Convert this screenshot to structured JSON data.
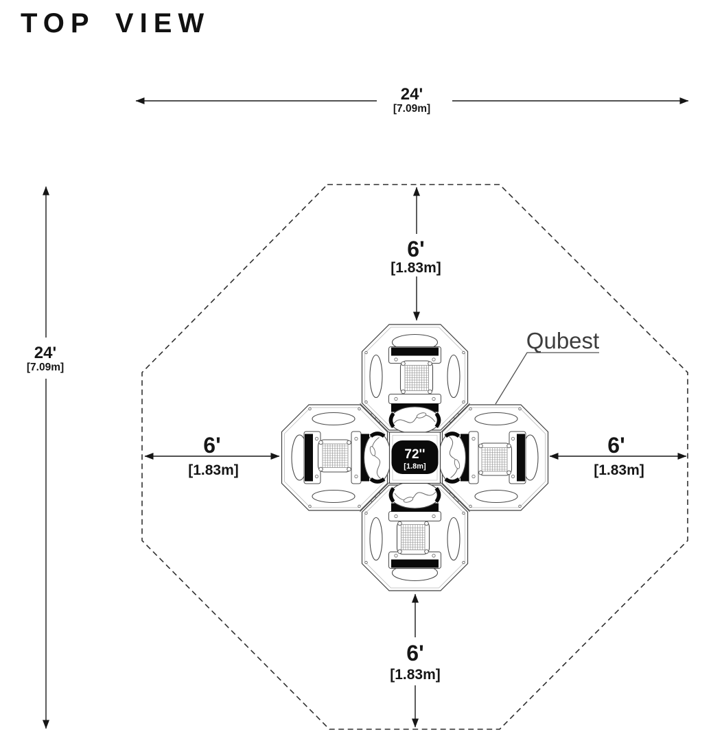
{
  "title": "TOP VIEW",
  "annotation": {
    "equipment_name": "Qubest"
  },
  "dimensions": {
    "overall_width_ft": "24'",
    "overall_width_m": "[7.09m]",
    "overall_depth_ft": "24'",
    "overall_depth_m": "[7.09m]",
    "clearance_top_ft": "6'",
    "clearance_top_m": "[1.83m]",
    "clearance_left_ft": "6'",
    "clearance_left_m": "[1.83m]",
    "clearance_right_ft": "6'",
    "clearance_right_m": "[1.83m]",
    "clearance_bottom_ft": "6'",
    "clearance_bottom_m": "[1.83m]",
    "platform_in": "72''",
    "platform_m": "[1.8m]"
  },
  "colors": {
    "ink": "#161616",
    "line": "#3f3f3f",
    "light_line": "#9b9b9b",
    "badge_fill": "#0a0a0a",
    "badge_text": "#ffffff",
    "background": "#ffffff"
  }
}
